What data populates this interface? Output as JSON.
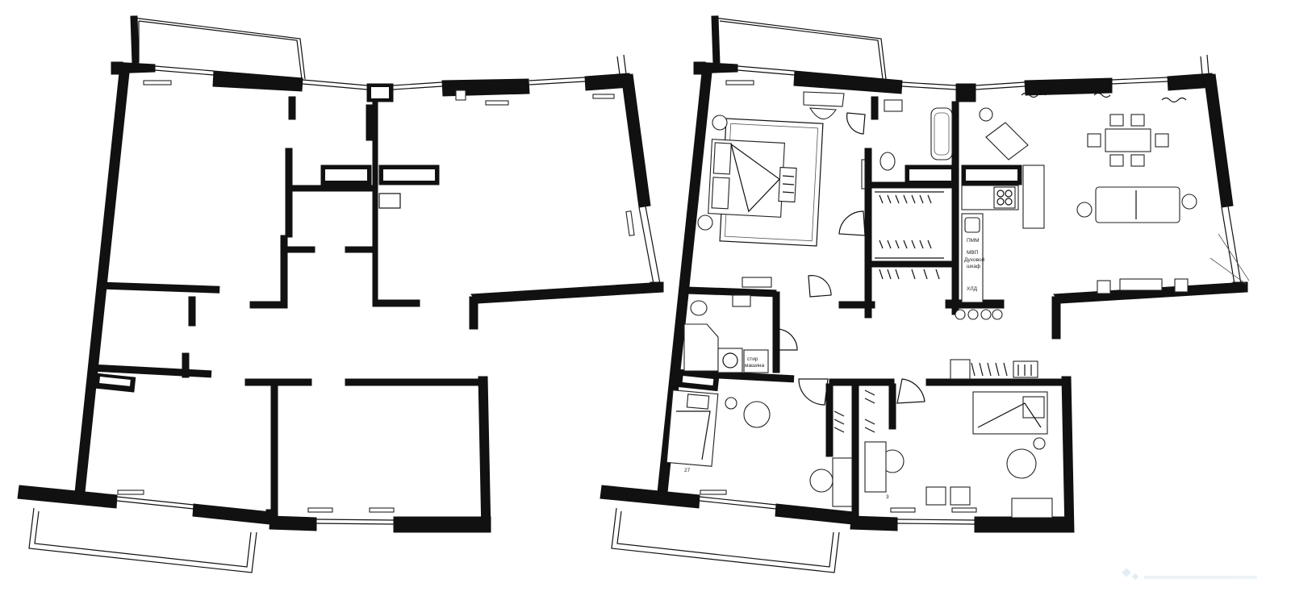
{
  "plans": {
    "before": {
      "title": ""
    },
    "after": {
      "title": ""
    }
  },
  "appliance_labels": {
    "dishwasher": "ПММ",
    "microwave": "МВП",
    "oven_1": "Духовой",
    "oven_2": "шкаф",
    "fridge": "ХЛД",
    "washer_1": "стир",
    "washer_2": "машина"
  },
  "room_marks": {
    "mark_left": "27",
    "mark_right": "3"
  },
  "colors": {
    "line": "#111111",
    "background": "#ffffff"
  }
}
